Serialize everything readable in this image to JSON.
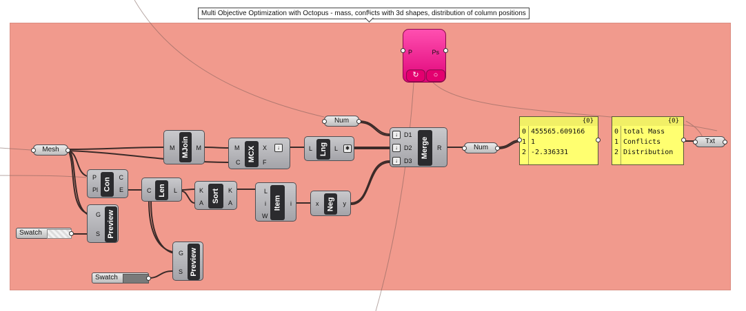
{
  "group": {
    "title": "Multi Objective Optimization with Octopus - mass, conflicts with 3d shapes, distribution of column positions"
  },
  "octopus": {
    "inputs": [
      "P"
    ],
    "outputs": [
      "Ps"
    ]
  },
  "params": {
    "mesh": "Mesh",
    "num_top": "Num",
    "num_out": "Num",
    "txt": "Txt"
  },
  "components": {
    "mjoin": {
      "nick": "MJoin",
      "inputs": [
        "M"
      ],
      "outputs": [
        "M"
      ]
    },
    "mcx": {
      "nick": "MCX",
      "inputs": [
        "M",
        "C"
      ],
      "outputs": [
        "X",
        "F"
      ]
    },
    "lng": {
      "nick": "Lng",
      "inputs": [
        "L"
      ],
      "outputs": [
        "L"
      ]
    },
    "merge": {
      "nick": "Merge",
      "inputs": [
        "D1",
        "D2",
        "D3"
      ],
      "outputs": [
        "R"
      ]
    },
    "con": {
      "nick": "Con",
      "inputs": [
        "P",
        "Pl"
      ],
      "outputs": [
        "C",
        "E"
      ]
    },
    "len": {
      "nick": "Len",
      "inputs": [
        "C"
      ],
      "outputs": [
        "L"
      ]
    },
    "sort": {
      "nick": "Sort",
      "inputs": [
        "K",
        "A"
      ],
      "outputs": [
        "K",
        "A"
      ]
    },
    "item": {
      "nick": "Item",
      "inputs": [
        "L",
        "i",
        "W"
      ],
      "outputs": [
        "i"
      ]
    },
    "neg": {
      "nick": "Neg",
      "inputs": [
        "x"
      ],
      "outputs": [
        "y"
      ]
    },
    "preview1": {
      "nick": "Preview",
      "inputs": [
        "G",
        "S"
      ]
    },
    "preview2": {
      "nick": "Preview",
      "inputs": [
        "G",
        "S"
      ]
    }
  },
  "swatches": [
    {
      "label": "Swatch",
      "color": "#e8e8e8"
    },
    {
      "label": "Swatch",
      "color": "#7a7a7a"
    }
  ],
  "panel_values": {
    "header": "{0}",
    "rows": [
      {
        "index": "0",
        "value": "455565.609166"
      },
      {
        "index": "1",
        "value": "1"
      },
      {
        "index": "2",
        "value": "-2.336331"
      }
    ]
  },
  "panel_labels": {
    "header": "{0}",
    "rows": [
      {
        "index": "0",
        "value": "total Mass"
      },
      {
        "index": "1",
        "value": "Conflicts"
      },
      {
        "index": "2",
        "value": "Distribution"
      }
    ]
  },
  "colors": {
    "group": "#f19a8d",
    "octopus": "#f0157f",
    "panel": "#ffff70",
    "wire": "#3a2a28"
  }
}
